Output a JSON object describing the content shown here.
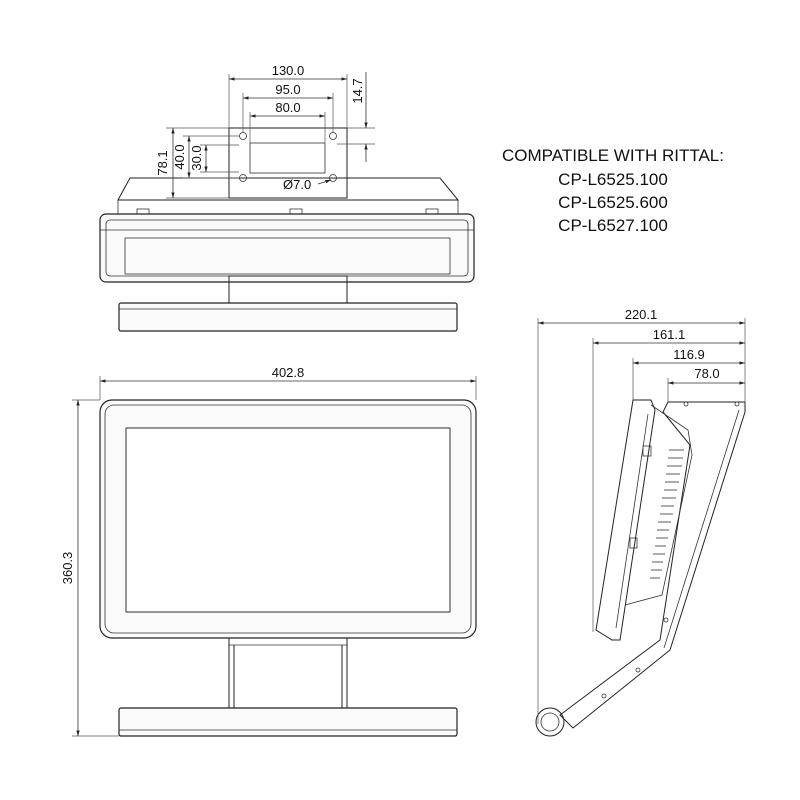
{
  "notes": {
    "compatible_title": "COMPATIBLE WITH RITTAL:",
    "models": [
      "CP-L6525.100",
      "CP-L6525.600",
      "CP-L6527.100"
    ]
  },
  "top_view": {
    "dims": {
      "vesa_outer_w": "130.0",
      "vesa_hole_w": "95.0",
      "vesa_inner_w": "80.0",
      "vesa_offset": "14.7",
      "bracket_h": "78.1",
      "hole_v1": "40.0",
      "hole_v2": "30.0",
      "hole_dia": "Ø7.0"
    }
  },
  "front_view": {
    "dims": {
      "width": "402.8",
      "height": "360.3"
    }
  },
  "side_view": {
    "dims": {
      "d1": "220.1",
      "d2": "161.1",
      "d3": "116.9",
      "d4": "78.0"
    }
  }
}
